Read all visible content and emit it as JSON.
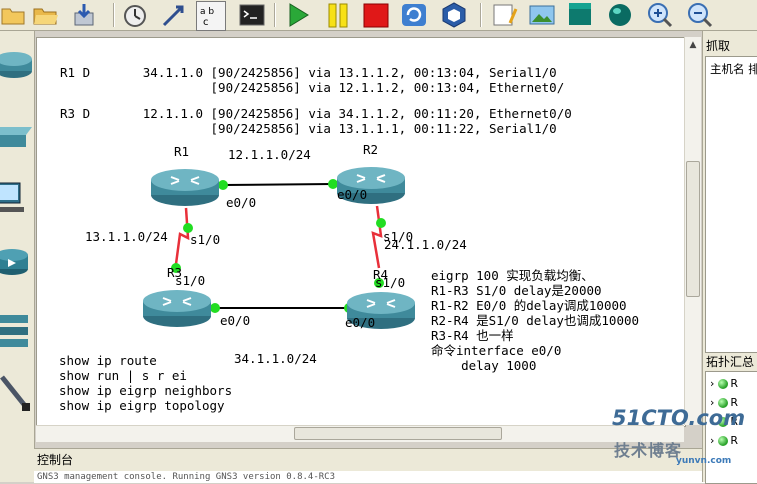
{
  "toolbar": {
    "icons": [
      "open-folder-icon",
      "save-icon",
      "snapshot-icon",
      "move-icon",
      "abc-text-icon",
      "console-icon",
      "start-icon",
      "pause-icon",
      "stop-icon",
      "reload-icon",
      "virtualbox-icon",
      "note-icon",
      "picture-icon",
      "rectangle-icon",
      "ellipse-icon",
      "zoom-in-icon",
      "zoom-out-icon"
    ]
  },
  "left_panel": {
    "devices": [
      "router",
      "switch",
      "end-device",
      "security-device",
      "all-devices",
      "cable"
    ]
  },
  "canvas": {
    "route_text": [
      "R1 D       34.1.1.0 [90/2425856] via 13.1.1.2, 00:13:04, Serial1/0",
      "                    [90/2425856] via 12.1.1.2, 00:13:04, Ethernet0/",
      "R3 D       12.1.1.0 [90/2425856] via 34.1.1.2, 00:11:20, Ethernet0/0",
      "                    [90/2425856] via 13.1.1.1, 00:11:22, Serial1/0"
    ],
    "routers": {
      "r1": "R1",
      "r2": "R2",
      "r3": "R3",
      "r4": "R4"
    },
    "labels": {
      "net_12": "12.1.1.0/24",
      "net_13": "13.1.1.0/24",
      "net_24": "24.1.1.0/24",
      "net_34": "34.1.1.0/24",
      "r1_e00": "e0/0",
      "r2_e00": "e0/0",
      "r1_s10": "s1/0",
      "r2_s10": "s1/0",
      "r3_s10": "s1/0",
      "r4_s10": "s1/0",
      "r3_e00": "e0/0",
      "r4_e00": "e0/0"
    },
    "commands": [
      "show ip route",
      "show run | s r ei",
      "show ip eigrp neighbors",
      "show ip eigrp topology"
    ],
    "notes": [
      "eigrp 100 实现负载均衡、",
      "R1-R3 S1/0 delay是20000",
      "R1-R2 E0/0 的delay调成10000",
      "R2-R4 是S1/0 delay也调成10000",
      "R3-R4 也一样",
      "命令interface e0/0",
      "    delay 1000"
    ]
  },
  "right_panel": {
    "capture_title": "抓取",
    "capture_header": "主机名 排",
    "topology_title": "拓扑汇总",
    "topology_items": [
      "R",
      "R",
      "R",
      "R"
    ]
  },
  "console": {
    "title": "控制台",
    "body": "GNS3 management console. Running GNS3 version 0.8.4-RC3"
  },
  "watermark": {
    "line1": "51CTO.com",
    "line2": "技术博客",
    "line3": "yunvn.com"
  },
  "colors": {
    "link_dot": "#22dd22",
    "serial_link": "#e8303a",
    "router_body": "#3f8a9b"
  }
}
